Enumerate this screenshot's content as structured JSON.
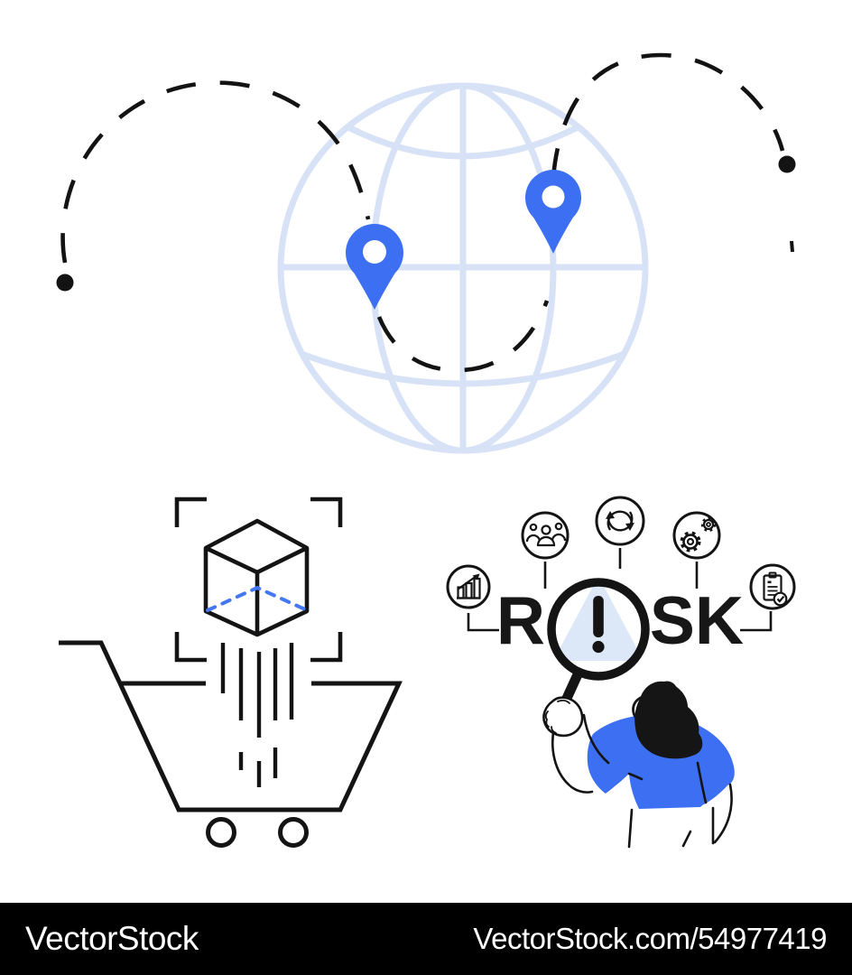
{
  "artwork": {
    "description": "Global logistics and supply chain risk vector illustration",
    "globe": {
      "name": "globe-with-two-location-pins",
      "pin_count": 2
    },
    "route": {
      "name": "dashed-travel-route",
      "endpoint_dots": 2
    },
    "cart": {
      "name": "product-cube-scanned-into-shopping-cart"
    },
    "risk": {
      "word_left": "R",
      "word_right": "SK",
      "hidden_letter": "I",
      "alert_symbol": "!",
      "icons": [
        "growth-chart",
        "team",
        "refresh",
        "gears",
        "checklist"
      ]
    },
    "colors": {
      "accent_blue": "#3C6FF2",
      "globe_stroke": "#D8E2F7",
      "triangle_fill": "#DCE8F8",
      "ink": "#141414"
    }
  },
  "watermark": {
    "brand": "VectorStock",
    "reference": "VectorStock.com/54977419"
  }
}
